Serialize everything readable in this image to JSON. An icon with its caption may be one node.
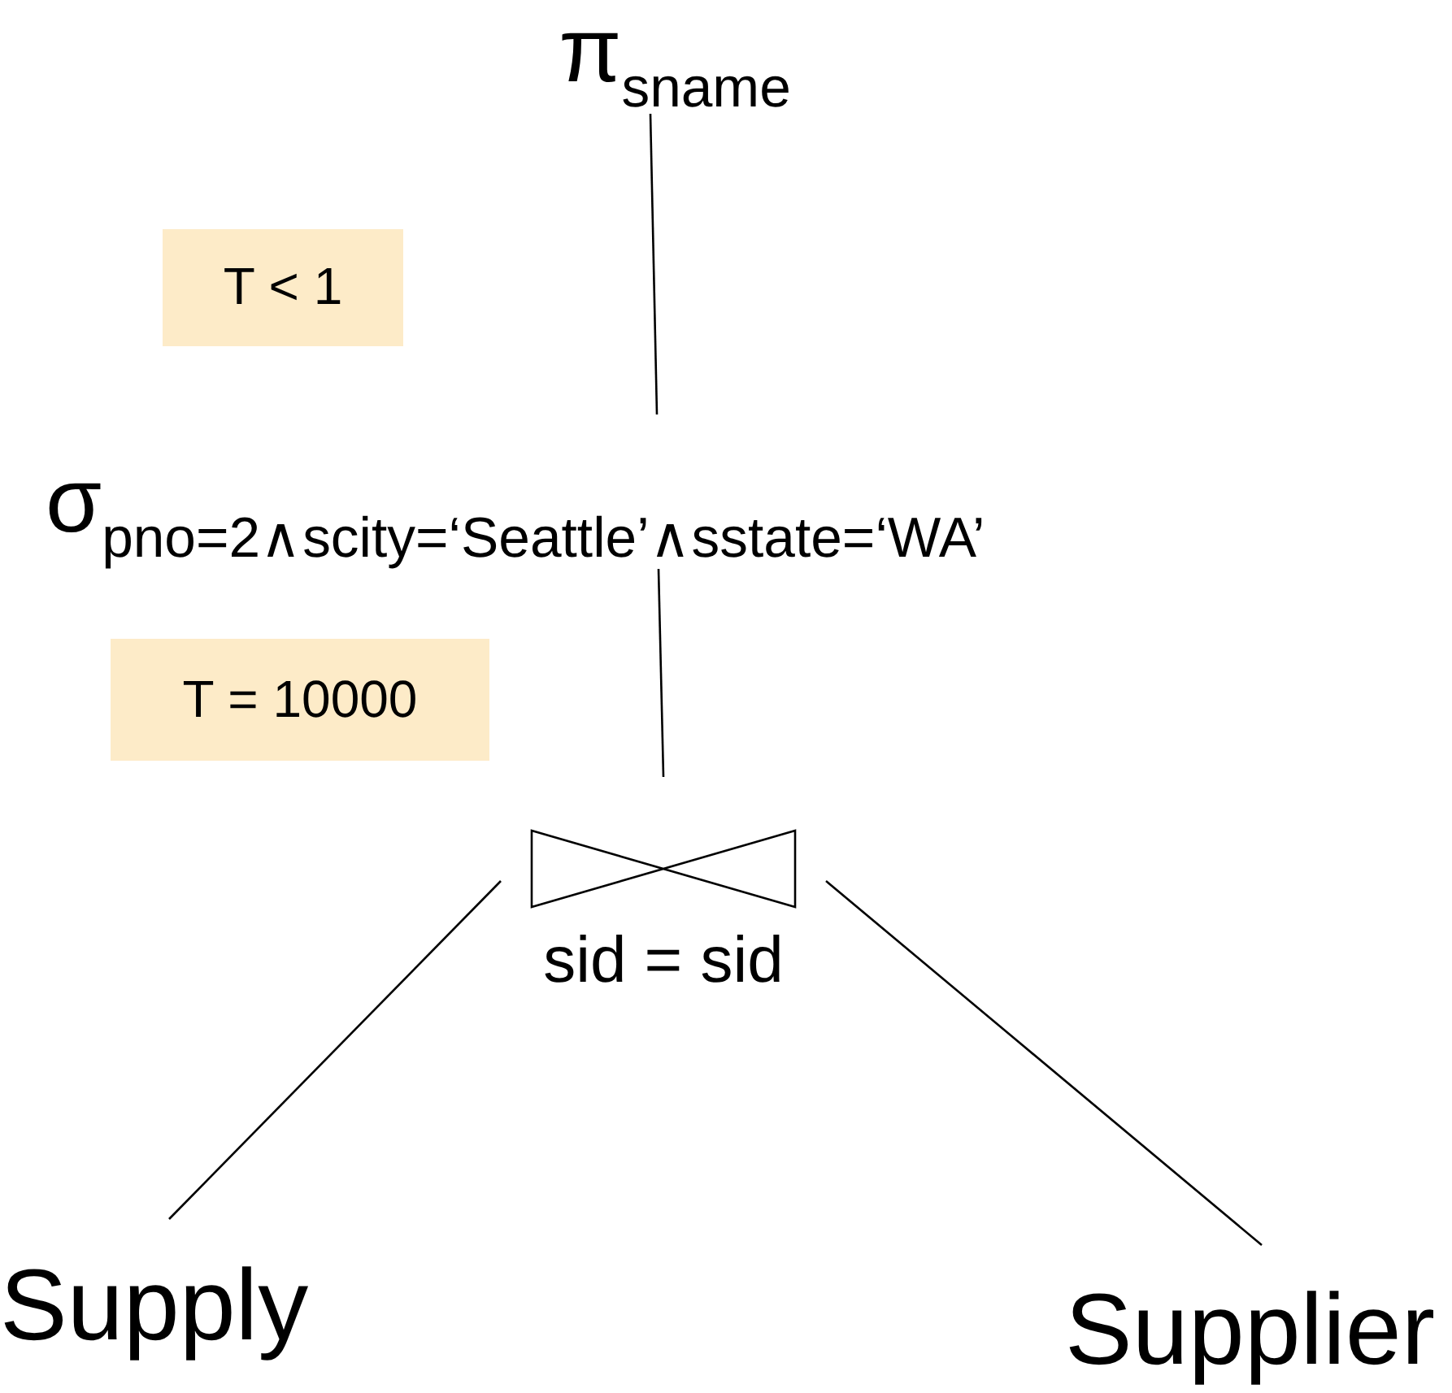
{
  "diagram": {
    "nodes": [
      {
        "text": [
          "π$_{sname}$"
        ]
      },
      {
        "text": [
          "T  < 1"
        ]
      },
      {
        "text": [
          "σ$_{pno=2∧scity=‘Seattle’∧sstate=‘WA’}$"
        ]
      },
      {
        "text": [
          "T = 10000"
        ]
      },
      {
        "text": [
          "sid = sid"
        ]
      },
      {
        "text": [
          "Supply"
        ]
      },
      {
        "text": [
          "Supplier"
        ]
      }
    ],
    "edges": [
      {
        "from": 0,
        "to": 2,
        "arrow": "none"
      },
      {
        "from": 2,
        "to": 4,
        "arrow": "none"
      },
      {
        "from": 4,
        "to": 5,
        "arrow": "none"
      },
      {
        "from": 4,
        "to": 6,
        "arrow": "none"
      }
    ]
  }
}
